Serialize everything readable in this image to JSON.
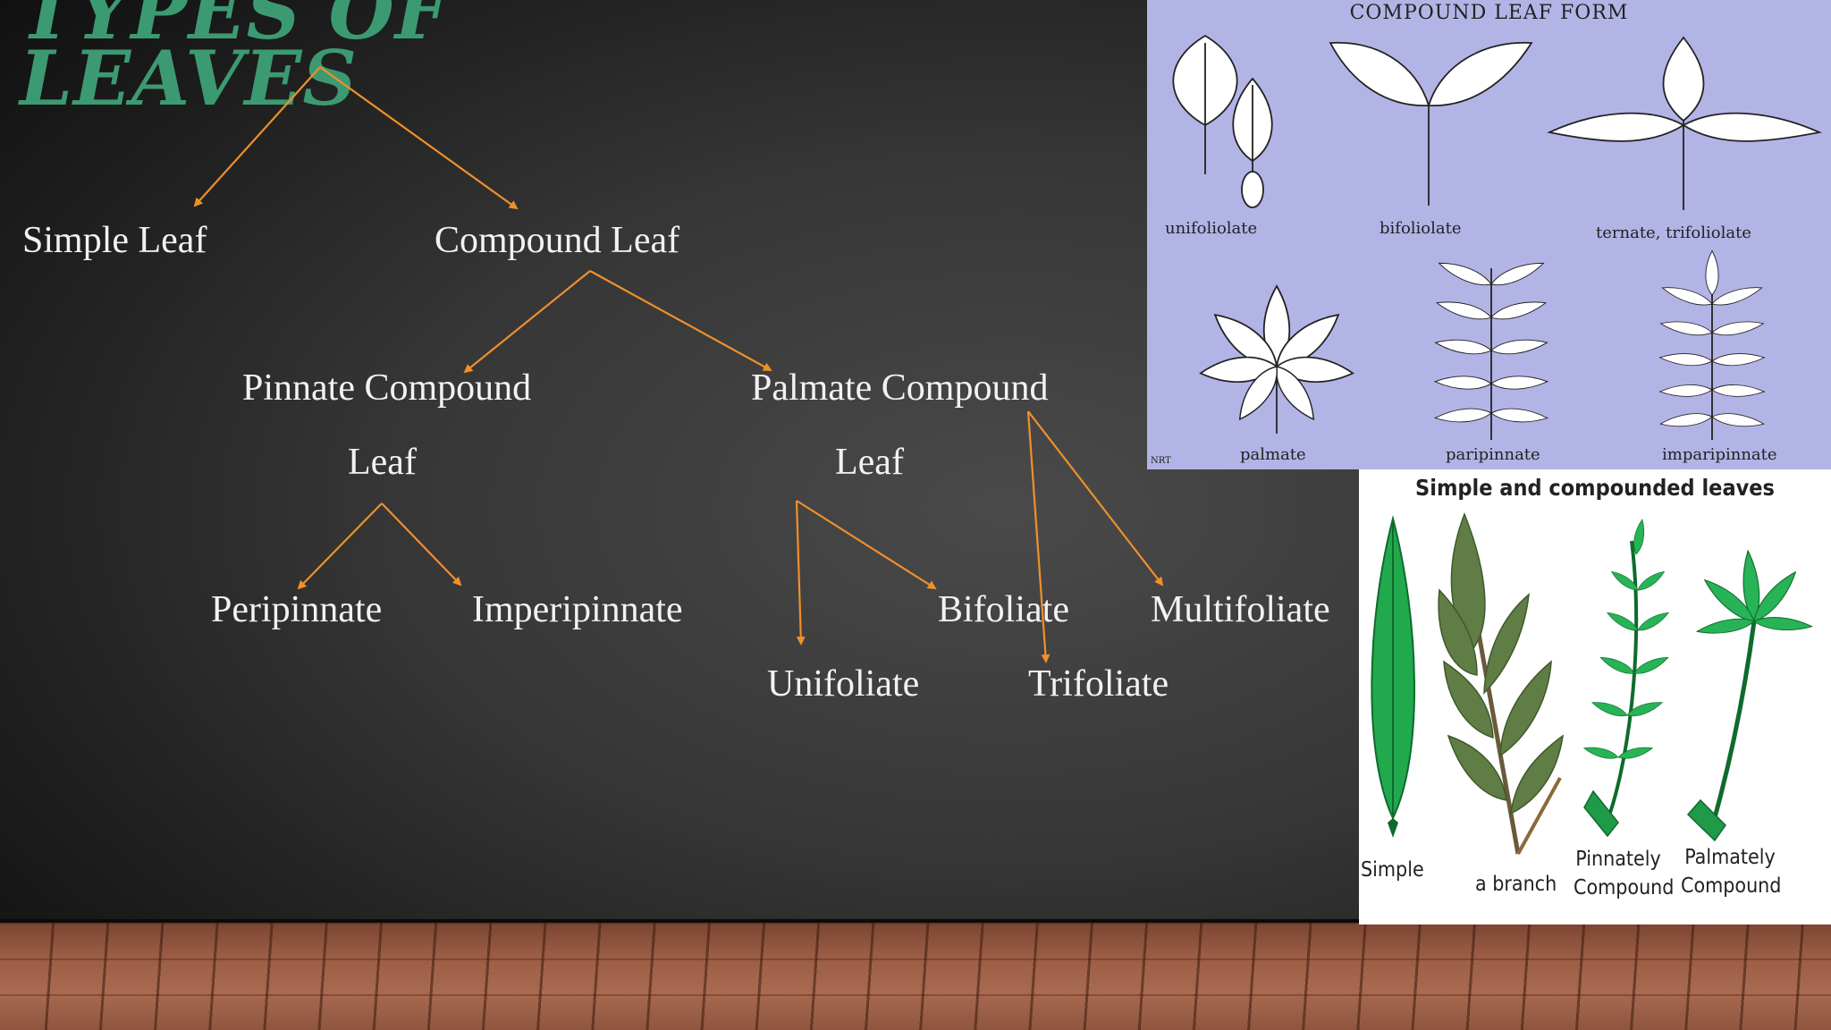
{
  "title": {
    "line1": "TYPES OF",
    "line2": "LEAVES"
  },
  "tree": {
    "simple": "Simple Leaf",
    "compound": "Compound Leaf",
    "pinnate_line1": "Pinnate Compound",
    "pinnate_line2": "Leaf",
    "palmate_line1": "Palmate Compound",
    "palmate_line2": "Leaf",
    "peripinnate": "Peripinnate",
    "imperipinnate": "Imperipinnate",
    "bifoliate": "Bifoliate",
    "multifoliate": "Multifoliate",
    "unifoliate": "Unifoliate",
    "trifoliate": "Trifoliate"
  },
  "figure_top": {
    "title": "COMPOUND LEAF FORM",
    "labels": [
      "unifoliolate",
      "bifoliolate",
      "ternate, trifoliolate",
      "palmate",
      "paripinnate",
      "imparipinnate"
    ],
    "credit": "NRT"
  },
  "figure_bottom": {
    "title": "Simple and compounded leaves",
    "labels": [
      "Simple",
      "a branch",
      "Pinnately Compound",
      "Palmately Compound"
    ]
  },
  "colors": {
    "title": "#3c9a72",
    "node_text": "#f2f2f2",
    "arrow": "#f0902a",
    "top_panel": "#b3b4e6",
    "leaf_green": "#2fae55"
  }
}
